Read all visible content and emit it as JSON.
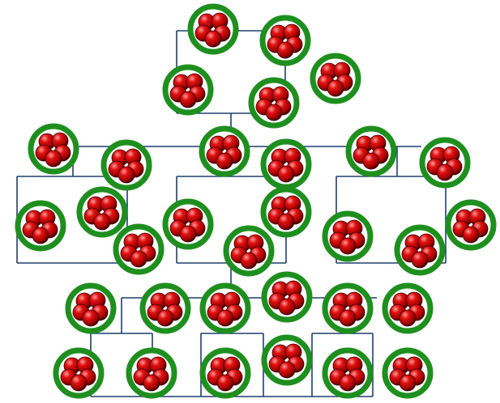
{
  "diagram": {
    "type": "pedigree-of-cell-clusters",
    "background": "#ffffff",
    "colors": {
      "connector": "#1f3f6e",
      "ring": "#1e8f1e",
      "cell": "#c80000",
      "cell_highlight": "#ff8a8a",
      "cell_shadow": "#4a0000"
    },
    "node_icon": "four-cell-embryo-icon",
    "nodes": [
      {
        "id": "g1-a"
      },
      {
        "id": "g1-b"
      },
      {
        "id": "g1-c"
      },
      {
        "id": "g1-d"
      },
      {
        "id": "g1-e"
      },
      {
        "id": "g2-a"
      },
      {
        "id": "g2-b"
      },
      {
        "id": "g2-c"
      },
      {
        "id": "g2-d"
      },
      {
        "id": "g2-e"
      },
      {
        "id": "g2-f"
      },
      {
        "id": "g3-a"
      },
      {
        "id": "g3-b"
      },
      {
        "id": "g3-c"
      },
      {
        "id": "g3-d"
      },
      {
        "id": "g3-e"
      },
      {
        "id": "g3-f"
      },
      {
        "id": "g3-g"
      },
      {
        "id": "g3-h"
      },
      {
        "id": "g3-i"
      },
      {
        "id": "g4-a"
      },
      {
        "id": "g4-b"
      },
      {
        "id": "g4-c"
      },
      {
        "id": "g4-d"
      },
      {
        "id": "g4-e"
      },
      {
        "id": "g4-f"
      },
      {
        "id": "g5-a"
      },
      {
        "id": "g5-b"
      },
      {
        "id": "g5-c"
      },
      {
        "id": "g5-d"
      },
      {
        "id": "g5-e"
      },
      {
        "id": "g5-f"
      }
    ]
  }
}
